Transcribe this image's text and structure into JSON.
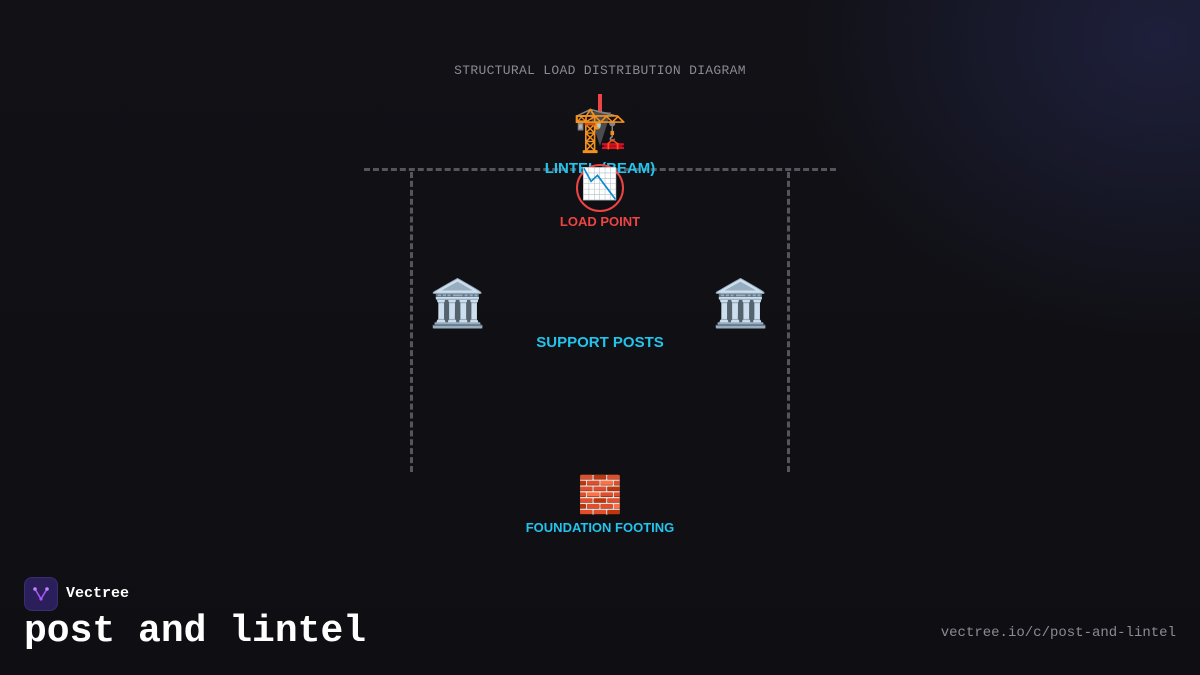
{
  "diagram": {
    "title": "STRUCTURAL LOAD DISTRIBUTION DIAGRAM",
    "lintel_label": "LINTEL (BEAM)",
    "load_point_label": "LOAD POINT",
    "support_label": "SUPPORT POSTS",
    "foundation_label": "FOUNDATION FOOTING",
    "icons": {
      "crane": "🏗️",
      "load": "📉",
      "pillar": "🏛️",
      "brick": "🧱"
    },
    "colors": {
      "accent_blue": "#22c4ee",
      "accent_red": "#ef4444",
      "dashed_line": "#55555c"
    }
  },
  "footer": {
    "brand": "Vectree",
    "heading": "post and lintel",
    "url": "vectree.io/c/post-and-lintel"
  }
}
